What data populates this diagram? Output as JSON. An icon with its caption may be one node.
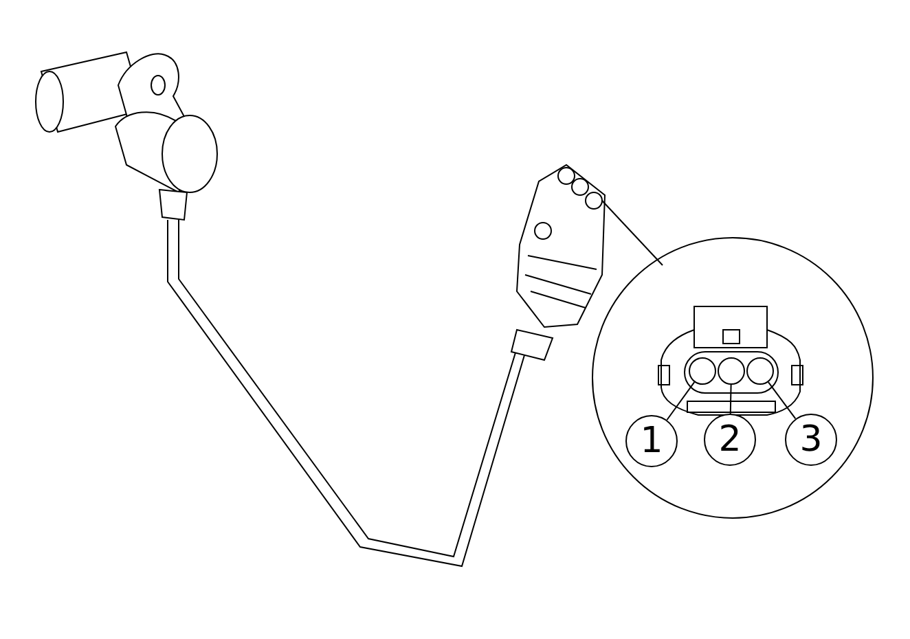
{
  "diagram": {
    "nodes": [
      {
        "text": [
          "1"
        ]
      },
      {
        "text": [
          "2"
        ]
      },
      {
        "text": [
          "3"
        ]
      },
      {
        "text": [],
        "shape": "circle"
      },
      {
        "text": [],
        "shape": "circle"
      },
      {
        "text": [],
        "shape": "circle"
      }
    ],
    "edges": [
      {
        "from": 0,
        "to": 3,
        "arrow": "none"
      },
      {
        "from": 1,
        "to": 4,
        "arrow": "none"
      },
      {
        "from": 2,
        "to": 5,
        "arrow": "none"
      }
    ]
  }
}
